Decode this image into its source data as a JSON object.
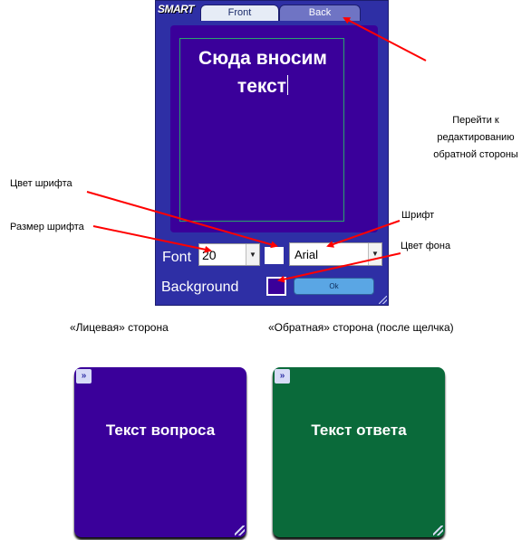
{
  "editor": {
    "logo": "SMART",
    "tabs": [
      {
        "label": "Front",
        "active": true
      },
      {
        "label": "Back",
        "active": false
      }
    ],
    "card_text_line1": "Сюда вносим",
    "card_text_line2": "текст",
    "font_label": "Font",
    "font_size": "20",
    "font_name": "Arial",
    "background_label": "Background",
    "ok_label": "Ok",
    "font_color": "#ffffff",
    "background_color": "#3a009a",
    "dropdown_icon": "chevron-down-icon"
  },
  "annotations": {
    "back_line1": "Перейти к",
    "back_line2": "редактированию",
    "back_line3": "обратной стороны",
    "font_color": "Цвет шрифта",
    "font_size": "Размер шрифта",
    "font": "Шрифт",
    "background_color": "Цвет фона"
  },
  "previews": {
    "front_caption": "«Лицевая» сторона",
    "back_caption": "«Обратная» сторона (после щелчка)",
    "front_text": "Текст вопроса",
    "back_text": "Текст ответа",
    "front_color": "#3a009a",
    "back_color": "#0a6a3a",
    "corner_icon": "double-chevron-right-icon"
  }
}
